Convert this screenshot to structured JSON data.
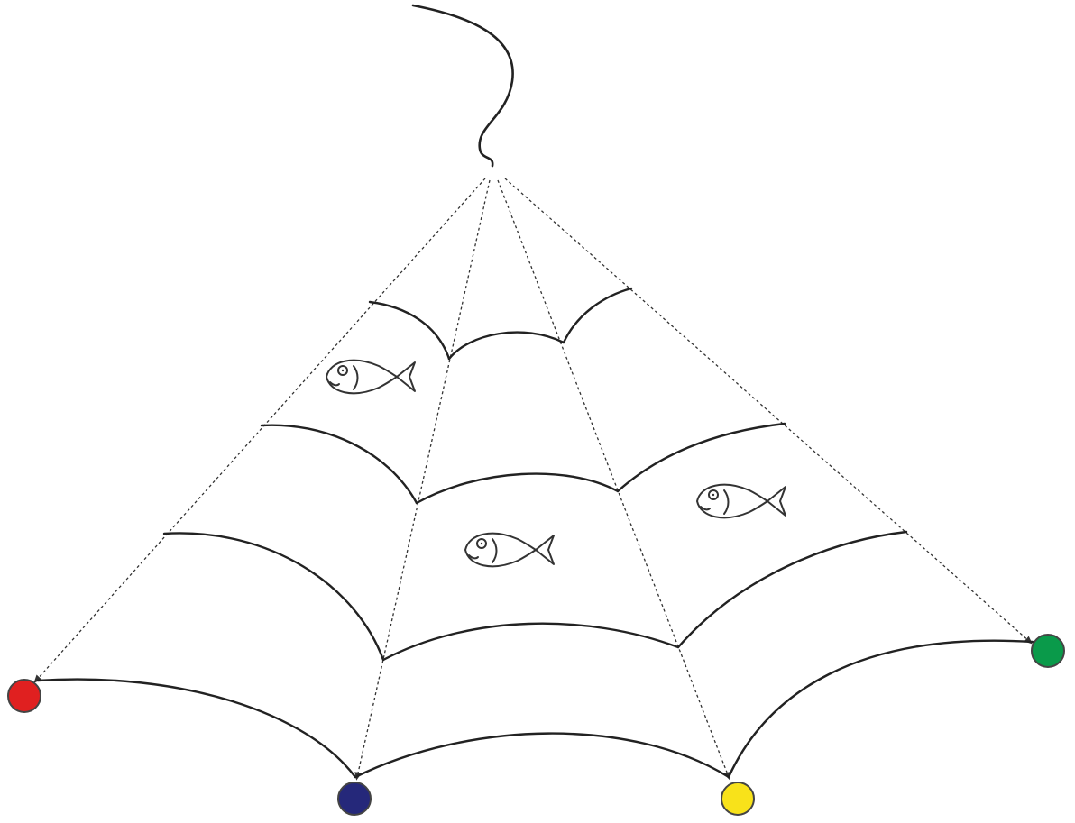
{
  "diagram": {
    "subject": "fishing-net",
    "fish_count": 3,
    "floats": [
      {
        "name": "red-float",
        "color": "#e02020"
      },
      {
        "name": "blue-float",
        "color": "#25287a"
      },
      {
        "name": "yellow-float",
        "color": "#f8e21a"
      },
      {
        "name": "green-float",
        "color": "#0a9a4a"
      }
    ],
    "colors": {
      "line": "#222222",
      "background": "#ffffff"
    }
  }
}
